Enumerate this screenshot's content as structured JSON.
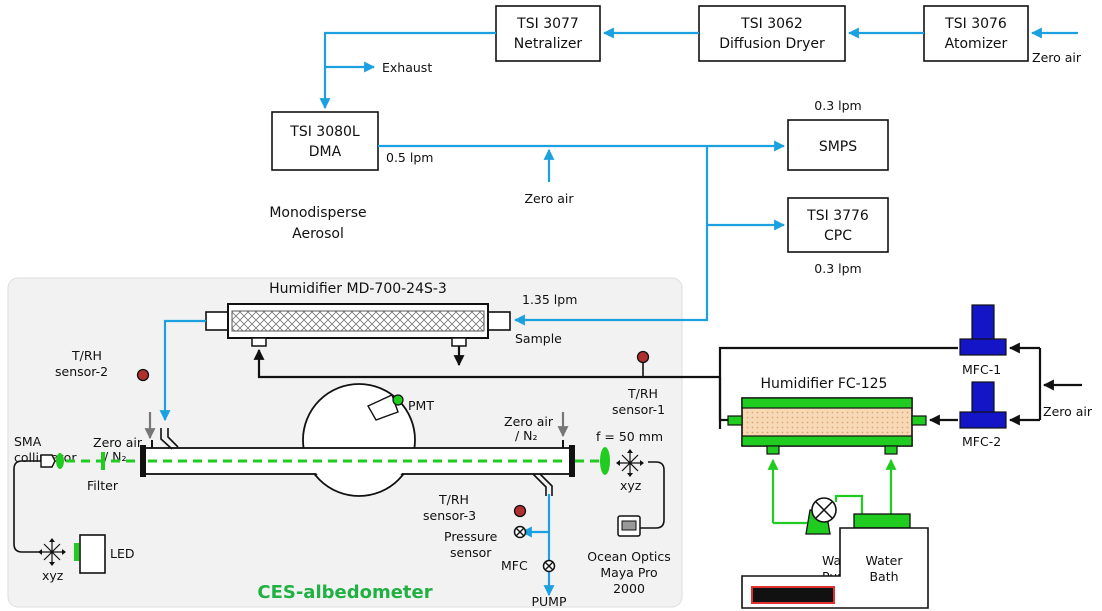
{
  "colors": {
    "flow": "#1ca1e0",
    "green": "#1fcc1f",
    "mfc": "#1515c8",
    "sensor": "#b03030",
    "panel": "#f2f2f2",
    "title_green": "#21b043"
  },
  "boxes": {
    "atomizer": [
      "TSI 3076",
      "Atomizer"
    ],
    "dryer": [
      "TSI 3062",
      "Diffusion Dryer"
    ],
    "neutralizer": [
      "TSI 3077",
      "Netralizer"
    ],
    "dma": [
      "TSI 3080L",
      "DMA"
    ],
    "smps": "SMPS",
    "cpc": [
      "TSI 3776",
      "CPC"
    ],
    "water_bath": [
      "Water",
      "Bath"
    ]
  },
  "labels": {
    "zero_air_top": "Zero air",
    "exhaust": "Exhaust",
    "flow_0_5": "0.5 lpm",
    "flow_smps": "0.3 lpm",
    "flow_cpc": "0.3 lpm",
    "zero_air_mid": "Zero air",
    "monodisperse": [
      "Monodisperse",
      "Aerosol"
    ],
    "humidifier_md": "Humidifier  MD-700-24S-3",
    "flow_1_35": "1.35 lpm",
    "sample": "Sample",
    "trh2": [
      "T/RH",
      "sensor-2"
    ],
    "trh1": [
      "T/RH",
      "sensor-1"
    ],
    "trh3": [
      "T/RH",
      "sensor-3"
    ],
    "sma": [
      "SMA",
      "collimator"
    ],
    "zero_n2_left": [
      "Zero air",
      "/ N₂"
    ],
    "zero_n2_right": [
      "Zero air",
      "/ N₂"
    ],
    "pmt": "PMT",
    "focal": "f = 50 mm",
    "filter": "Filter",
    "xyz_right": "xyz",
    "xyz_left": "xyz",
    "led": "LED",
    "pressure": [
      "Pressure",
      "sensor"
    ],
    "mfc": "MFC",
    "pump": "PUMP",
    "spectrometer": [
      "Ocean Optics",
      "Maya Pro",
      "2000"
    ],
    "title": "CES-albedometer",
    "humidifier_fc": "Humidifier  FC-125",
    "mfc1": "MFC-1",
    "mfc2": "MFC-2",
    "zero_air_right": "Zero air",
    "water_pump": [
      "Water",
      "Pump"
    ]
  }
}
